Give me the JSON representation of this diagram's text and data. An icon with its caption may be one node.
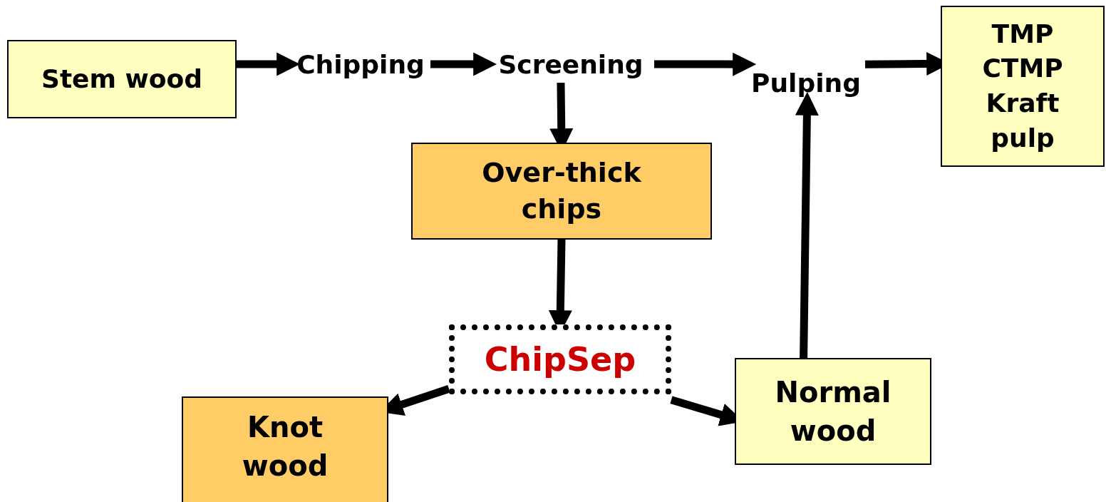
{
  "diagram": {
    "nodes": [
      {
        "text": [
          "Stem wood"
        ]
      },
      {
        "text": [
          "Chipping"
        ]
      },
      {
        "text": [
          "Screening"
        ]
      },
      {
        "text": [
          "Pulping"
        ]
      },
      {
        "text": [
          "TMP CTMP Kraft pulp"
        ]
      },
      {
        "text": [
          "Over-thick chips"
        ]
      },
      {
        "text": [
          "ChipSep"
        ]
      },
      {
        "text": [
          "Knot wood"
        ]
      },
      {
        "text": [
          "Normal wood"
        ]
      }
    ],
    "edges": [
      {
        "from": 0,
        "to": 1,
        "arrow": "to"
      },
      {
        "from": 1,
        "to": 2,
        "arrow": "to"
      },
      {
        "from": 2,
        "to": 3,
        "arrow": "to"
      },
      {
        "from": 3,
        "to": 4,
        "arrow": "to"
      },
      {
        "from": 2,
        "to": 5,
        "arrow": "to"
      },
      {
        "from": 5,
        "to": 6,
        "arrow": "to"
      },
      {
        "from": 6,
        "to": 7,
        "arrow": "to"
      },
      {
        "from": 6,
        "to": 8,
        "arrow": "to"
      },
      {
        "from": 8,
        "to": 3,
        "arrow": "to"
      }
    ]
  }
}
